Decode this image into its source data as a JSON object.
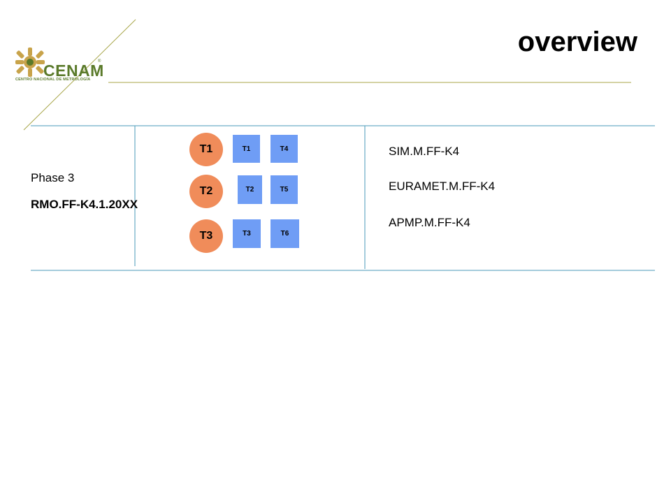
{
  "title": "overview",
  "logo": {
    "name": "CENAM",
    "subtitle": "CENTRO NACIONAL DE METROLOGÍA",
    "registered": "®"
  },
  "phase_label": "Phase 3",
  "rmo_label": "RMO.FF-K4.1.20XX",
  "colors": {
    "logo_green": "#5a7a2a",
    "logo_gold": "#c8a34a",
    "circle_fill": "#f08c5a",
    "square_fill": "#6f9df5",
    "line_teal": "#4a9ab8",
    "line_olive": "#a8a64a"
  },
  "circles": [
    "T1",
    "T2",
    "T3"
  ],
  "squares": [
    "T1",
    "T4",
    "T2",
    "T5",
    "T3",
    "T6"
  ],
  "comparisons": [
    "SIM.M.FF-K4",
    "EURAMET.M.FF-K4",
    "APMP.M.FF-K4"
  ]
}
